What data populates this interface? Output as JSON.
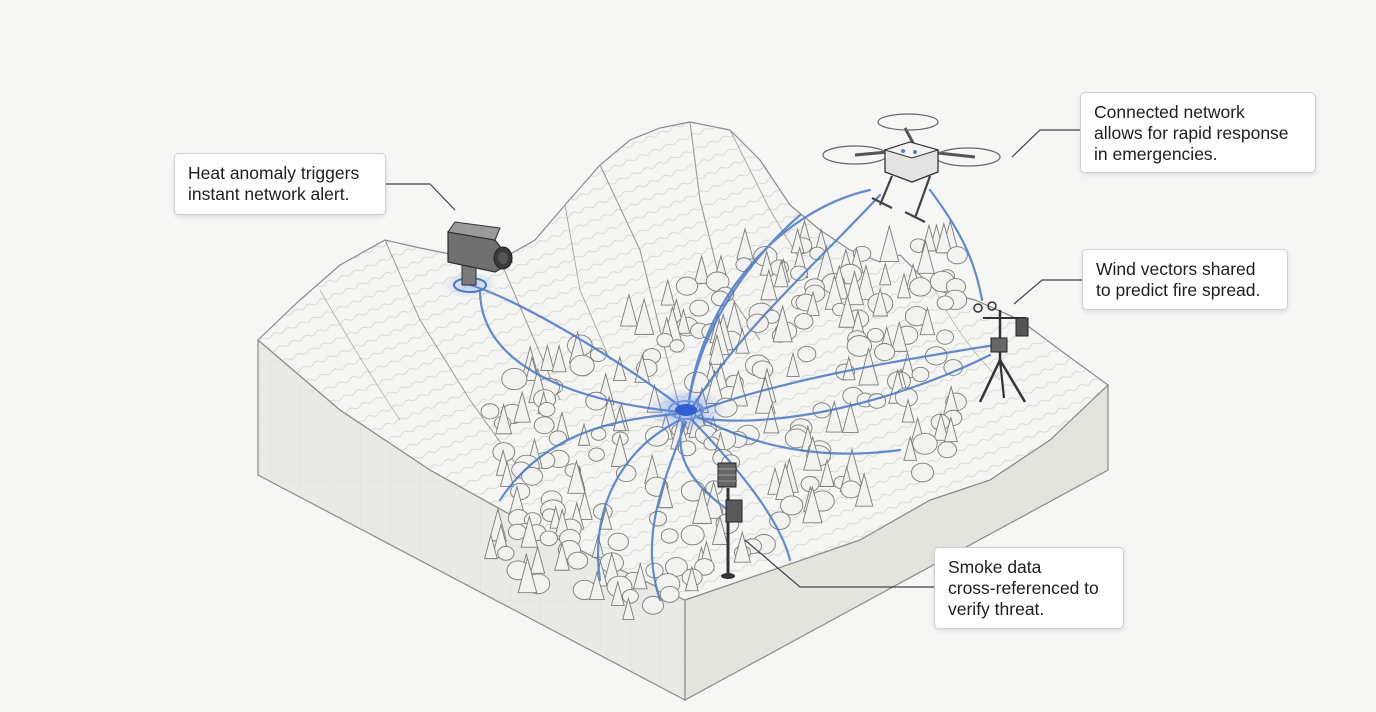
{
  "callouts": {
    "heat": {
      "lines": [
        "Heat anomaly triggers",
        "instant network alert."
      ]
    },
    "network": {
      "lines": [
        "Connected network",
        "allows for rapid response",
        "in emergencies."
      ]
    },
    "wind": {
      "lines": [
        "Wind vectors shared",
        "to predict fire spread."
      ]
    },
    "smoke": {
      "lines": [
        "Smoke data",
        "cross-referenced to",
        "verify threat."
      ]
    }
  },
  "colors": {
    "link": "#4a78c2",
    "hub": "#2f5fd0",
    "terrain_fill": "#f4f4f2",
    "terrain_stroke": "#8a8a8a",
    "block_side": "#e6e6e3",
    "block_front": "#ececea",
    "tree_fill": "#f2f2f0",
    "device": "#6e6e6e"
  },
  "icons": {
    "thermal_camera": "camera-icon",
    "drone": "drone-icon",
    "weather_station": "weather-station-icon",
    "smoke_sensor": "smoke-sensor-icon",
    "hub": "network-hub-icon"
  }
}
